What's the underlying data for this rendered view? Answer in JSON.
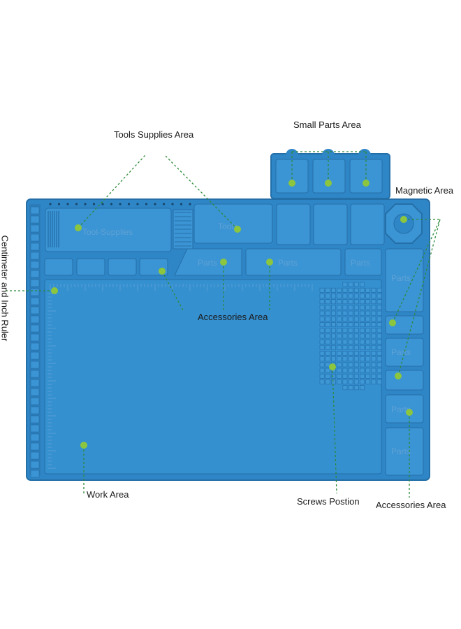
{
  "callouts": {
    "tools_supplies": "Tools Supplies Area",
    "small_parts": "Small Parts Area",
    "magnetic": "Magnetic  Area",
    "ruler": "Centimeter and Inch Ruler",
    "accessories_center": "Accessories Area",
    "work": "Work Area",
    "screws": "Screws Postion",
    "accessories_right": "Accessories Area"
  },
  "mat_text": {
    "tool_supplies": "Tool-Supplies",
    "tools_box": "Tools",
    "parts": "Parts"
  },
  "colors": {
    "mat": "#2f86c6",
    "mat_edge": "#246fa8",
    "pocket": "#3b94d3",
    "marker": "#8cc63f",
    "leader": "#2e8b3a"
  }
}
